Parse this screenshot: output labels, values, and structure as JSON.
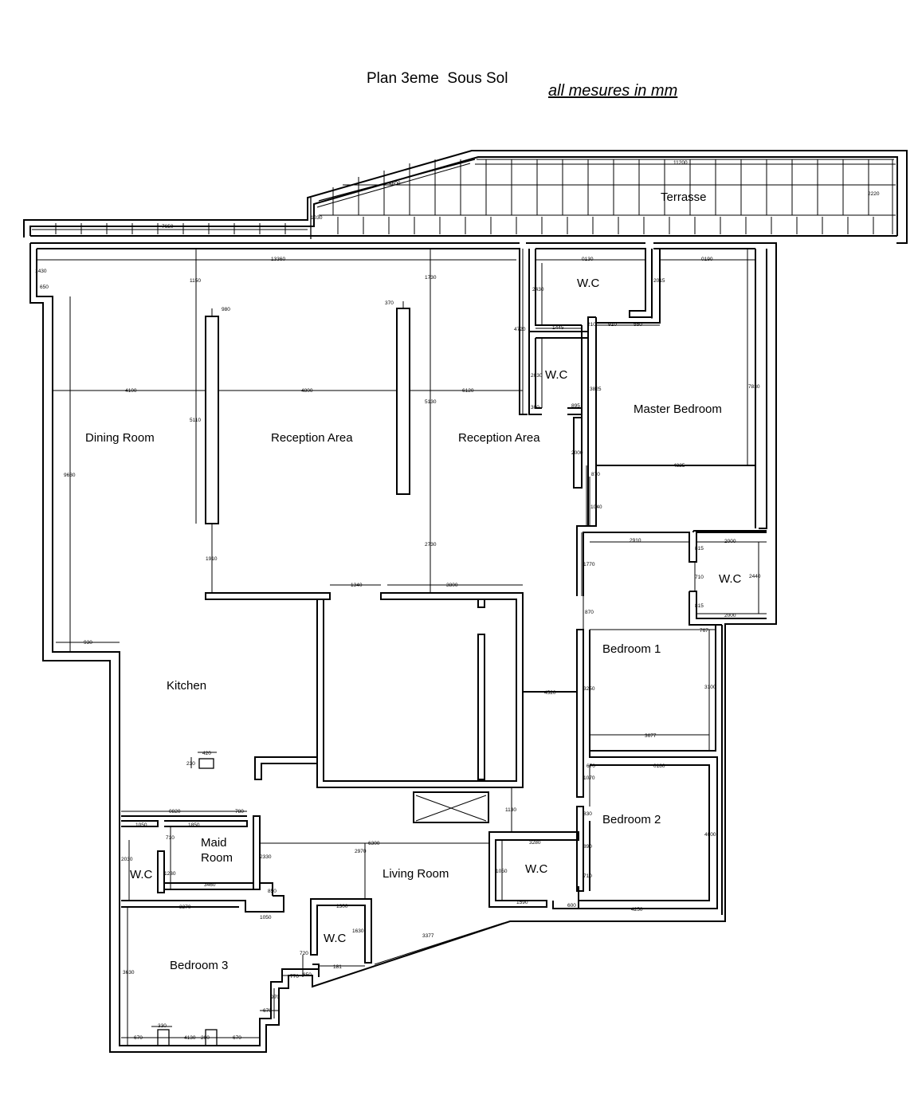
{
  "header": {
    "title": "Plan 3eme  Sous Sol",
    "subtitle": "all mesures in mm"
  },
  "rooms": {
    "terrasse": "Terrasse",
    "wc_top": "W.C",
    "wc_mid": "W.C",
    "master_bedroom": "Master Bedroom",
    "dining_room": "Dining Room",
    "reception_area_1": "Reception Area",
    "reception_area_2": "Reception Area",
    "wc_right": "W.C",
    "bedroom_1": "Bedroom 1",
    "kitchen": "Kitchen",
    "bedroom_2": "Bedroom 2",
    "maid_room_line1": "Maid",
    "maid_room_line2": "Room",
    "wc_maid": "W.C",
    "living_room": "Living Room",
    "wc_living": "W.C",
    "bedroom_3": "Bedroom 3"
  },
  "dimensions": {
    "terrace_length": "11200",
    "terrace_depth": "2220",
    "terrace_slope": "4600",
    "terrace_left": "7650",
    "terrace_step": "1030",
    "top_width": "13360",
    "wc_top_width": "0130",
    "mb_top_width": "0190",
    "left_corner_1": "1430",
    "left_corner_2": "650",
    "col1_top": "1150",
    "col2_top": "1730",
    "col1_cap": "980",
    "col2_cap": "370",
    "wc_top_height": "2430",
    "wc_top_side": "2015",
    "corridor_height": "4720",
    "wc_top_bottom": "1445",
    "wall_a": "210",
    "wall_b": "910",
    "wall_c": "550",
    "dining_width": "4100",
    "reception1_width": "4800",
    "reception2_width": "5130",
    "reception2_width_b": "6120",
    "col1_height": "5110",
    "wc_mid_height": "2030",
    "mb_side": "3825",
    "mb_height": "7830",
    "wc_mid_bottom": "300",
    "wc_mid_bottom_b": "895",
    "corridor_door": "2000",
    "mb_width": "4825",
    "mb_door": "870",
    "dining_height": "9630",
    "corridor_b": "1040",
    "kitchen_col": "1910",
    "reception_down": "2730",
    "b1_top": "2910",
    "wc_right_top": "2000",
    "wc_right_a": "815",
    "wc_right_b": "710",
    "wc_right_c": "815",
    "wc_right_height": "2440",
    "wc_right_bottom": "2000",
    "corridor_c": "1770",
    "kitchen_top_a": "1340",
    "kitchen_top_b": "3800",
    "b1_door": "870",
    "b1_corner": "767",
    "kitchen_left": "930",
    "b1_height": "3250",
    "b1_right": "3100",
    "core_right": "4520",
    "b1_bottom": "3677",
    "sink_a": "420",
    "sink_b": "230",
    "b2_top_a": "670",
    "b2_top_b": "0180",
    "b2_door": "1070",
    "maid_top": "0820",
    "maid_top_b": "780",
    "living_side": "1130",
    "b2_side": "830",
    "wc_maid_top": "1050",
    "maid_top_c": "1850",
    "maid_a": "710",
    "living_width": "6300",
    "wc_living_top": "3280",
    "b2_height": "4000",
    "b2_side_b": "890",
    "maid_left": "2030",
    "maid_height": "2330",
    "living_mid": "2970",
    "wc_living_side": "1050",
    "maid_b": "1230",
    "b2_c": "710",
    "maid_bottom": "3460",
    "maid_d": "850",
    "wc_living_bottom": "1590",
    "b2_bottom": "4250",
    "b2_e": "600",
    "b3_top": "3270",
    "wc_small_top": "1300",
    "b3_corner": "1050",
    "wc_small_side": "1630",
    "living_diag": "3377",
    "wc_small_a": "720",
    "wc_small_b": "181",
    "b3_height": "3630",
    "b3_a": "770",
    "b3_b": "850",
    "b3_c": "970",
    "b3_d": "670",
    "b3_bottom_a": "330",
    "b3_bottom_b": "670",
    "b3_bottom_c": "4130",
    "b3_bottom_d": "200",
    "b3_bottom_e": "670"
  }
}
